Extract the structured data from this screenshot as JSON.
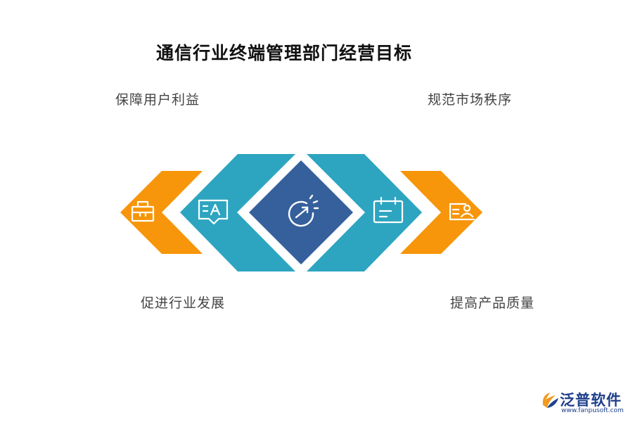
{
  "title": "通信行业终端管理部门经营目标",
  "labels": {
    "top_left": "保障用户利益",
    "top_right": "规范市场秩序",
    "bottom_left": "促进行业发展",
    "bottom_right": "提高产品质量"
  },
  "icons": {
    "left_outer": "toolbox-icon",
    "left_inner": "text-message-icon",
    "center": "gauge-icon",
    "right_inner": "calendar-icon",
    "right_outer": "id-card-icon"
  },
  "colors": {
    "orange": "#F7960A",
    "teal": "#2DA5C0",
    "navy": "#35609C"
  },
  "brand": {
    "name": "泛普软件",
    "url": "www.fanpusoft.com"
  }
}
